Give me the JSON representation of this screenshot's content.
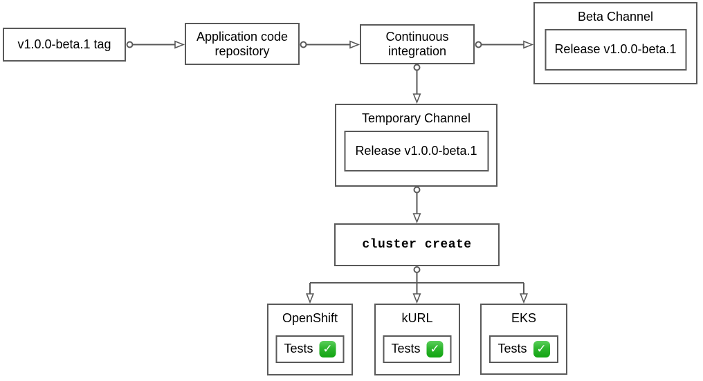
{
  "diagram": {
    "type": "flowchart",
    "background_color": "#ffffff",
    "stroke_color": "#595959",
    "text_color": "#000000",
    "icons": {
      "check": {
        "name": "check-mark-button",
        "glyph": "✓",
        "box_color_top": "#5ccf5c",
        "box_color_bottom": "#12a412",
        "glyph_color": "#ffffff"
      }
    },
    "nodes": {
      "version_tag": {
        "label": "v1.0.0-beta.1 tag"
      },
      "app_repo": {
        "label": "Application code repository"
      },
      "ci": {
        "label": "Continuous integration"
      },
      "beta_channel": {
        "title": "Beta Channel",
        "release_label": "Release v1.0.0-beta.1"
      },
      "temporary_channel": {
        "title": "Temporary Channel",
        "release_label": "Release v1.0.0-beta.1"
      },
      "cluster_create": {
        "label": "cluster create"
      },
      "platforms": [
        {
          "title": "OpenShift",
          "tests_label": "Tests",
          "tests_status": "passed"
        },
        {
          "title": "kURL",
          "tests_label": "Tests",
          "tests_status": "passed"
        },
        {
          "title": "EKS",
          "tests_label": "Tests",
          "tests_status": "passed"
        }
      ]
    },
    "edges": [
      {
        "from": "version_tag",
        "to": "app_repo"
      },
      {
        "from": "app_repo",
        "to": "ci"
      },
      {
        "from": "ci",
        "to": "beta_channel"
      },
      {
        "from": "ci",
        "to": "temporary_channel"
      },
      {
        "from": "temporary_channel",
        "to": "cluster_create"
      },
      {
        "from": "cluster_create",
        "to": "OpenShift"
      },
      {
        "from": "cluster_create",
        "to": "kURL"
      },
      {
        "from": "cluster_create",
        "to": "EKS"
      }
    ]
  }
}
